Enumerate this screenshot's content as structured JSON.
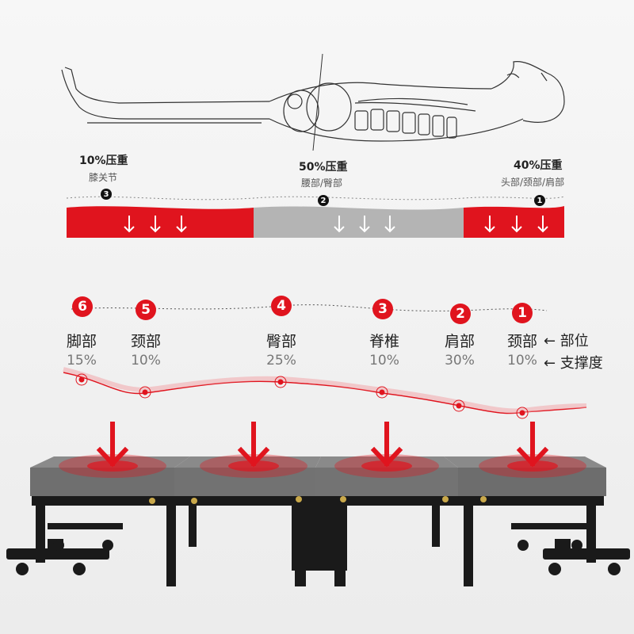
{
  "colors": {
    "accent": "#e0141e",
    "support_gray": "#b4b4b4",
    "cushion": "#7a7a7a",
    "frame": "#1a1a1a"
  },
  "top": {
    "zones": [
      {
        "marker": "3",
        "percent": "10%压重",
        "part": "膝关节",
        "color": "red"
      },
      {
        "marker": "2",
        "percent": "50%压重",
        "part": "腰部/臀部",
        "color": "gray"
      },
      {
        "marker": "1",
        "percent": "40%压重",
        "part": "头部/颈部/肩部",
        "color": "red"
      }
    ]
  },
  "support": {
    "points": [
      {
        "num": "6",
        "part": "脚部",
        "value": "15%"
      },
      {
        "num": "5",
        "part": "颈部",
        "value": "10%"
      },
      {
        "num": "4",
        "part": "臀部",
        "value": "25%"
      },
      {
        "num": "3",
        "part": "脊椎",
        "value": "10%"
      },
      {
        "num": "2",
        "part": "肩部",
        "value": "30%"
      },
      {
        "num": "1",
        "part": "颈部",
        "value": "10%"
      }
    ],
    "legend_part": "← 部位",
    "legend_support": "← 支撑度"
  },
  "icons": [
    "down-arrow-icon",
    "left-arrow-icon"
  ]
}
